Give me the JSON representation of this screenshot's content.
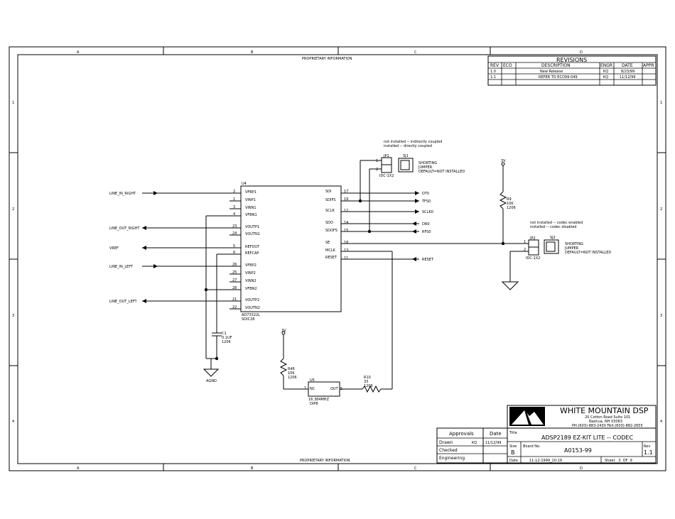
{
  "frame": {
    "col_letters_top": [
      "A",
      "B",
      "C",
      "D"
    ],
    "col_letters_bottom": [
      "A",
      "B",
      "C",
      "D"
    ],
    "row_numbers_left": [
      "1",
      "2",
      "3",
      "4"
    ],
    "row_numbers_right": [
      "1",
      "2",
      "3",
      "4"
    ],
    "proprietary_top": "PROPRIETARY INFORMATION",
    "proprietary_bottom": "PROPRIETARY INFORMATION"
  },
  "revisions": {
    "title": "REVISIONS",
    "headers": [
      "REV",
      "ECO",
      "DESCRIPTION",
      "ENGR",
      "DATE",
      "APPR"
    ],
    "rows": [
      [
        "1.0",
        "",
        "New Release",
        "KQ",
        "8/23/99",
        ""
      ],
      [
        "1.1",
        "",
        "REFER TO ECO99-049",
        "KQ",
        "11/12/99",
        ""
      ]
    ]
  },
  "u4": {
    "ref": "U4",
    "part": "AD73322L",
    "package": "SOIC28",
    "left_pins": [
      {
        "num": "2",
        "name": "VFBP1"
      },
      {
        "num": "1",
        "name": "VINP1"
      },
      {
        "num": "3",
        "name": "VINN1"
      },
      {
        "num": "4",
        "name": "VFBN1"
      },
      {
        "num": "23",
        "name": "VOUTP1"
      },
      {
        "num": "24",
        "name": "VOUTN1"
      },
      {
        "num": "5",
        "name": "REFOUT"
      },
      {
        "num": "6",
        "name": "REFCAP"
      },
      {
        "num": "26",
        "name": "VFBP2"
      },
      {
        "num": "25",
        "name": "VINP2"
      },
      {
        "num": "27",
        "name": "VINN2"
      },
      {
        "num": "28",
        "name": "VFBN2"
      },
      {
        "num": "21",
        "name": "VOUTP2"
      },
      {
        "num": "22",
        "name": "VOUTN2"
      }
    ],
    "right_pins": [
      {
        "num": "17",
        "name": "SDI"
      },
      {
        "num": "19",
        "name": "SDIFS"
      },
      {
        "num": "12",
        "name": "SCLK"
      },
      {
        "num": "14",
        "name": "SDO"
      },
      {
        "num": "15",
        "name": "SDOFS"
      },
      {
        "num": "18",
        "name": "SE"
      },
      {
        "num": "13",
        "name": "MCLK"
      },
      {
        "num": "11",
        "name": "RESET"
      }
    ]
  },
  "nets_left": [
    "LINE_IN_RIGHT",
    "LINE_OUT_RIGHT",
    "VREF",
    "LINE_IN_LEFT",
    "LINE_OUT_LEFT"
  ],
  "nets_right": [
    "DT0",
    "TFS0",
    "SCLK0",
    "DR0",
    "RFS0",
    "RESET"
  ],
  "jp1": {
    "ref": "JP1",
    "type": "IDC-1X2",
    "pins": [
      "1",
      "2"
    ],
    "sj_ref": "SJ1",
    "sj_text": [
      "SHORTING",
      "JUMPER",
      "DEFAULT=NOT INSTALLED"
    ],
    "note": [
      "not installed -- indirectly coupled",
      "installed -- directly coupled"
    ]
  },
  "jp2": {
    "ref": "JP2",
    "type": "IDC-1X2",
    "pins": [
      "1",
      "2"
    ],
    "sj_ref": "SJ2",
    "sj_text": [
      "SHORTING",
      "JUMPER",
      "DEFAULT=NOT INSTALLED"
    ],
    "note": [
      "not installed -- codec enabled",
      "installed -- codec disabled"
    ]
  },
  "r9": {
    "ref": "R9",
    "value": "10K",
    "size": "1206",
    "supply": "3V"
  },
  "c1": {
    "ref": "C1",
    "value": "0.1UF",
    "size": "1206"
  },
  "agnd": "AGND",
  "r46": {
    "ref": "R46",
    "value": "10K",
    "size": "1206",
    "supply": "3V"
  },
  "u5": {
    "ref": "U5",
    "pin_in": "1",
    "label_in": "NC",
    "label_out": "OUT",
    "pin_out": "5",
    "part": "16.384MHZ",
    "package": "DIP8"
  },
  "r10": {
    "ref": "R10",
    "value": "33",
    "size": "1206"
  },
  "titleblock": {
    "company": "WHITE MOUNTAIN DSP",
    "address": [
      "20 Cotton Road Suite 101",
      "Nashua, NH 03063",
      "PH:(603)-883-2430 FAX:(603)-882-2655"
    ],
    "approvals_header": "Approvals",
    "date_header": "Date",
    "rows": [
      {
        "label": "Drawn",
        "who": "KQ",
        "date": "11/12/99"
      },
      {
        "label": "Checked",
        "who": "",
        "date": ""
      },
      {
        "label": "Engineering",
        "who": "",
        "date": ""
      }
    ],
    "title_label": "Title",
    "title": "ADSP2189 EZ-KIT LITE -- CODEC",
    "size_label": "Size",
    "size": "B",
    "board_label": "Board No.",
    "board": "A0153-99",
    "rev_label": "Rev",
    "rev": "1.1",
    "date_label": "Date",
    "date": "11-12-1999_10:19",
    "sheet": "Sheet   3  OF  9"
  }
}
